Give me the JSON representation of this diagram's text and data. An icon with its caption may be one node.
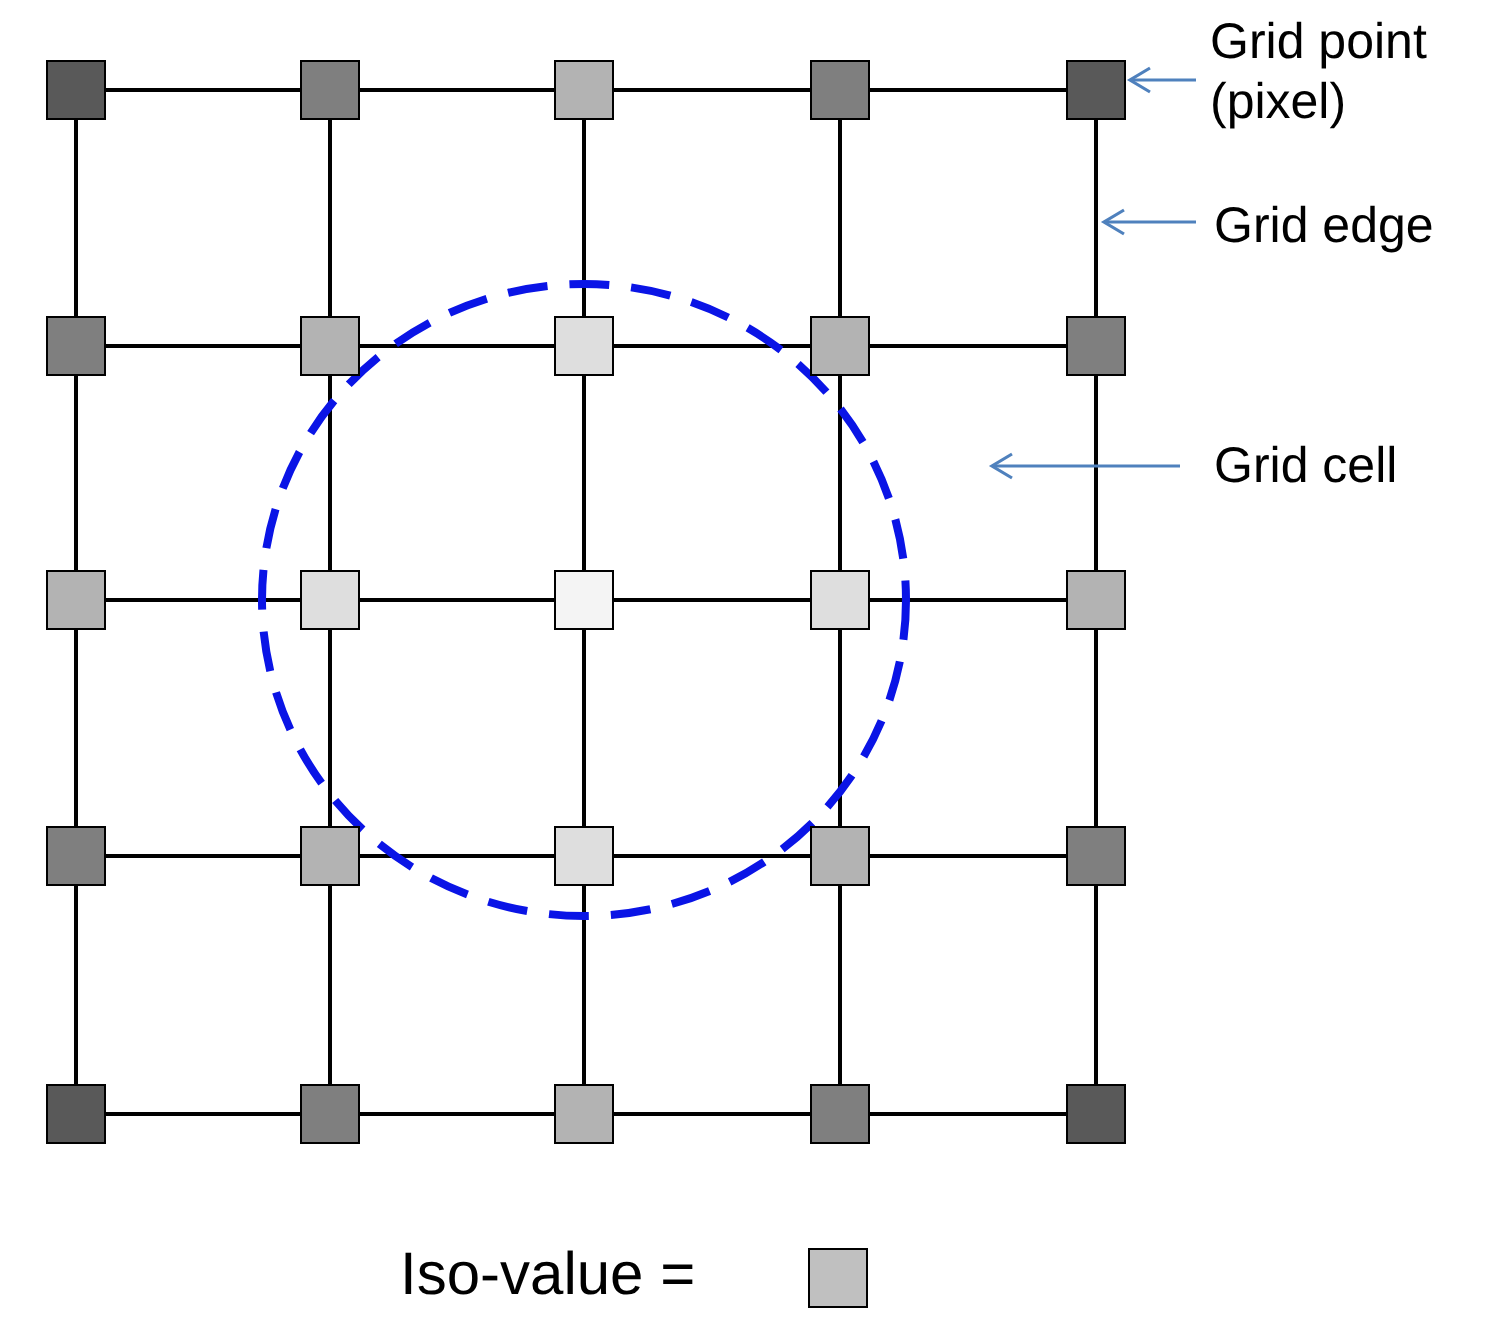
{
  "diagram": {
    "nodes": [
      {
        "text": [],
        "shape": "box"
      },
      {
        "text": [],
        "shape": "box"
      },
      {
        "text": [],
        "shape": "box"
      },
      {
        "text": [],
        "shape": "box"
      },
      {
        "text": [],
        "shape": "box"
      },
      {
        "text": [],
        "shape": "box"
      },
      {
        "text": [],
        "shape": "box"
      },
      {
        "text": [],
        "shape": "box"
      },
      {
        "text": [],
        "shape": "box"
      },
      {
        "text": [],
        "shape": "box"
      },
      {
        "text": [],
        "shape": "box"
      },
      {
        "text": [],
        "shape": "box"
      },
      {
        "text": [],
        "shape": "box"
      },
      {
        "text": [],
        "shape": "box"
      },
      {
        "text": [],
        "shape": "box"
      },
      {
        "text": [],
        "shape": "box"
      },
      {
        "text": [],
        "shape": "box"
      },
      {
        "text": [],
        "shape": "box"
      },
      {
        "text": [],
        "shape": "box"
      },
      {
        "text": [],
        "shape": "box"
      },
      {
        "text": [],
        "shape": "box"
      },
      {
        "text": [],
        "shape": "box"
      },
      {
        "text": [],
        "shape": "box"
      },
      {
        "text": [],
        "shape": "box"
      },
      {
        "text": [],
        "shape": "box"
      },
      {
        "text": [
          "Grid point (pixel)"
        ]
      },
      {
        "text": [
          "Grid edge"
        ]
      },
      {
        "text": [
          "Grid cell"
        ]
      }
    ],
    "edges": [
      {
        "from": 0,
        "to": 1,
        "arrow": "none"
      },
      {
        "from": 1,
        "to": 2,
        "arrow": "none"
      },
      {
        "from": 2,
        "to": 3,
        "arrow": "none"
      },
      {
        "from": 3,
        "to": 4,
        "arrow": "none"
      },
      {
        "from": 5,
        "to": 6,
        "arrow": "none"
      },
      {
        "from": 6,
        "to": 7,
        "arrow": "none"
      },
      {
        "from": 7,
        "to": 8,
        "arrow": "none"
      },
      {
        "from": 8,
        "to": 9,
        "arrow": "none"
      },
      {
        "from": 10,
        "to": 11,
        "arrow": "none"
      },
      {
        "from": 11,
        "to": 12,
        "arrow": "none"
      },
      {
        "from": 12,
        "to": 13,
        "arrow": "none"
      },
      {
        "from": 13,
        "to": 14,
        "arrow": "none"
      },
      {
        "from": 15,
        "to": 16,
        "arrow": "none"
      },
      {
        "from": 16,
        "to": 17,
        "arrow": "none"
      },
      {
        "from": 17,
        "to": 18,
        "arrow": "none"
      },
      {
        "from": 18,
        "to": 19,
        "arrow": "none"
      },
      {
        "from": 20,
        "to": 21,
        "arrow": "none"
      },
      {
        "from": 21,
        "to": 22,
        "arrow": "none"
      },
      {
        "from": 22,
        "to": 23,
        "arrow": "none"
      },
      {
        "from": 23,
        "to": 24,
        "arrow": "none"
      },
      {
        "from": 0,
        "to": 5,
        "arrow": "none"
      },
      {
        "from": 1,
        "to": 6,
        "arrow": "none"
      },
      {
        "from": 2,
        "to": 7,
        "arrow": "none"
      },
      {
        "from": 3,
        "to": 8,
        "arrow": "none"
      },
      {
        "from": 4,
        "to": 9,
        "arrow": "none"
      },
      {
        "from": 5,
        "to": 10,
        "arrow": "none"
      },
      {
        "from": 6,
        "to": 11,
        "arrow": "none"
      },
      {
        "from": 7,
        "to": 12,
        "arrow": "none"
      },
      {
        "from": 8,
        "to": 13,
        "arrow": "none"
      },
      {
        "from": 9,
        "to": 14,
        "arrow": "none"
      },
      {
        "from": 10,
        "to": 15,
        "arrow": "none"
      },
      {
        "from": 11,
        "to": 16,
        "arrow": "none"
      },
      {
        "from": 12,
        "to": 17,
        "arrow": "none"
      },
      {
        "from": 13,
        "to": 18,
        "arrow": "none"
      },
      {
        "from": 14,
        "to": 19,
        "arrow": "none"
      },
      {
        "from": 15,
        "to": 20,
        "arrow": "none"
      },
      {
        "from": 16,
        "to": 21,
        "arrow": "none"
      },
      {
        "from": 17,
        "to": 22,
        "arrow": "none"
      },
      {
        "from": 18,
        "to": 23,
        "arrow": "none"
      },
      {
        "from": 19,
        "to": 24,
        "arrow": "none"
      },
      {
        "from": 25,
        "to": 4,
        "arrow": "to",
        "color": "#4f81bd"
      },
      {
        "from": 26,
        "to": null,
        "arrow": "to",
        "color": "#4f81bd"
      },
      {
        "from": 27,
        "to": null,
        "arrow": "to",
        "color": "#4f81bd"
      }
    ],
    "legend": [
      {
        "text": "Iso-value =",
        "color": "#c0c0c0"
      }
    ]
  }
}
